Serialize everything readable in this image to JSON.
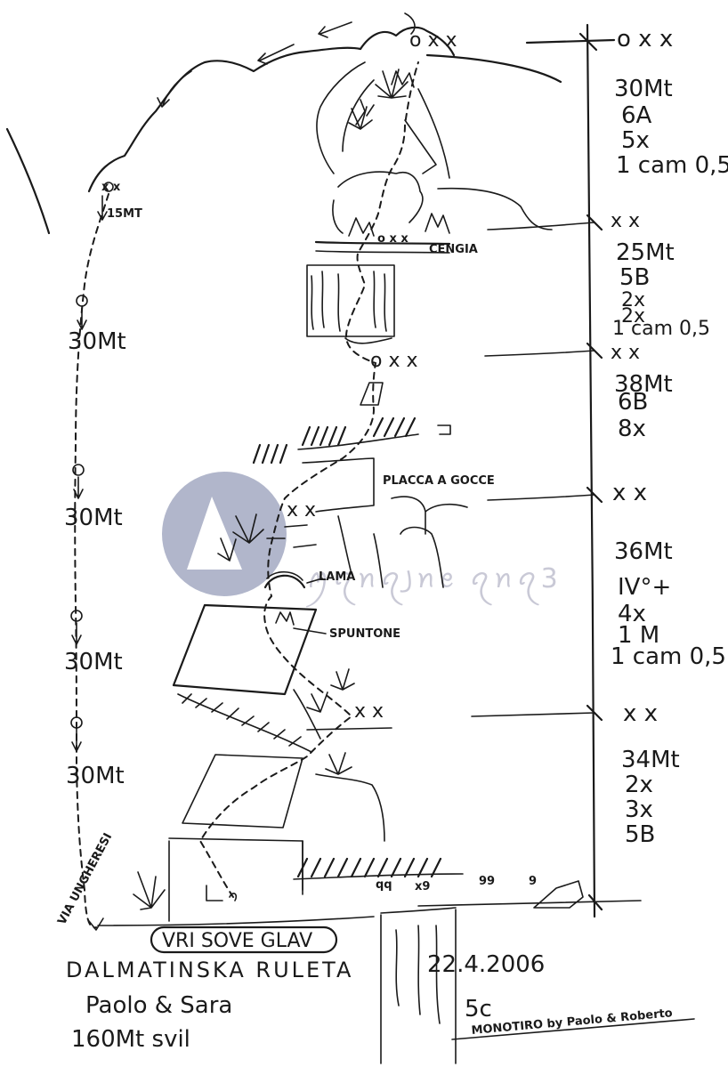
{
  "anchors": {
    "top": "o x x",
    "p1": "x x",
    "p2": "x x",
    "p3": "x x",
    "p4": "x x"
  },
  "pitches": [
    {
      "length": "30Mt",
      "grade": "6A",
      "gear1": "5x",
      "gear2": "1 cam 0,5"
    },
    {
      "length": "25Mt",
      "grade": "5B",
      "gear1": "2x",
      "gear2": "2x",
      "gear3": "1 cam 0,5"
    },
    {
      "length": "38Mt",
      "grade": "6B",
      "gear1": "8x"
    },
    {
      "length": "36Mt",
      "grade": "IV°+",
      "gear1": "4x",
      "gear2": "1 M",
      "gear3": "1 cam 0,5"
    },
    {
      "length": "34Mt",
      "gear1": "2x",
      "gear2": "3x",
      "grade": "5B"
    }
  ],
  "descent": {
    "rap1": "15MT",
    "rap2": "30Mt",
    "rap3": "30Mt",
    "rap4": "30Mt",
    "rap5": "30Mt",
    "path": "VIA UNGHERESI"
  },
  "features": {
    "ledge": "CENGIA",
    "drops": "PLACCA A GOCCE",
    "flake": "LAMA",
    "spike": "SPUNTONE",
    "anchor_start": "o x x",
    "anchor_mid": "o x x",
    "anchor_belay": "o x x",
    "bolts_a": "x x",
    "bolts_b": "x x",
    "start_bolts": "x x"
  },
  "info": {
    "sector": "VRI SOVE GLAV",
    "route_name": "DALMATINSKA RULETA",
    "authors": "Paolo & Sara",
    "length": "160Mt svil",
    "date": "22.4.2006",
    "other_route_grade": "5c",
    "other_route_credit": "MONOTIRO by Paolo & Roberto",
    "base_marks": [
      "qq",
      "x9",
      "99",
      "9"
    ]
  },
  "watermark": {
    "text": "ꪑꪖꪀꪖ꠸ꪀꫀ ꪖꪀꪖ3",
    "color": "#9aa1bd"
  }
}
